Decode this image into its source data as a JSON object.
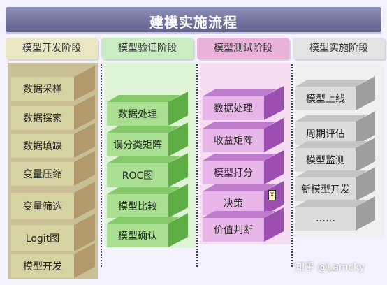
{
  "title": "建模实施流程",
  "stages": [
    {
      "header": "模型开发阶段",
      "steps": [
        "数据采样",
        "数据探索",
        "数据填缺",
        "变量压缩",
        "变量筛选",
        "Logit图",
        "模型开发"
      ],
      "colors": {
        "header": "#e9e7c4",
        "band": "#c9bf96"
      }
    },
    {
      "header": "模型验证阶段",
      "steps": [
        "数据处理",
        "误分类矩阵",
        "ROC图",
        "模型比较",
        "模型确认"
      ],
      "colors": {
        "header": "#c9ecc2",
        "band": "#cfeec4"
      }
    },
    {
      "header": "模型测试阶段",
      "steps": [
        "数据处理",
        "收益矩阵",
        "模型打分",
        "决策",
        "价值判断"
      ],
      "colors": {
        "header": "#e9b3d9",
        "band": "#f2cfe9"
      }
    },
    {
      "header": "模型实施阶段",
      "steps": [
        "模型上线",
        "周期评估",
        "模型监测",
        "新模型开发",
        "……"
      ],
      "colors": {
        "header": "#e3e3e3",
        "band": "#e8e8e8"
      }
    }
  ],
  "watermark": "知乎 @Lamcky",
  "cursor_glyph": "⧗"
}
